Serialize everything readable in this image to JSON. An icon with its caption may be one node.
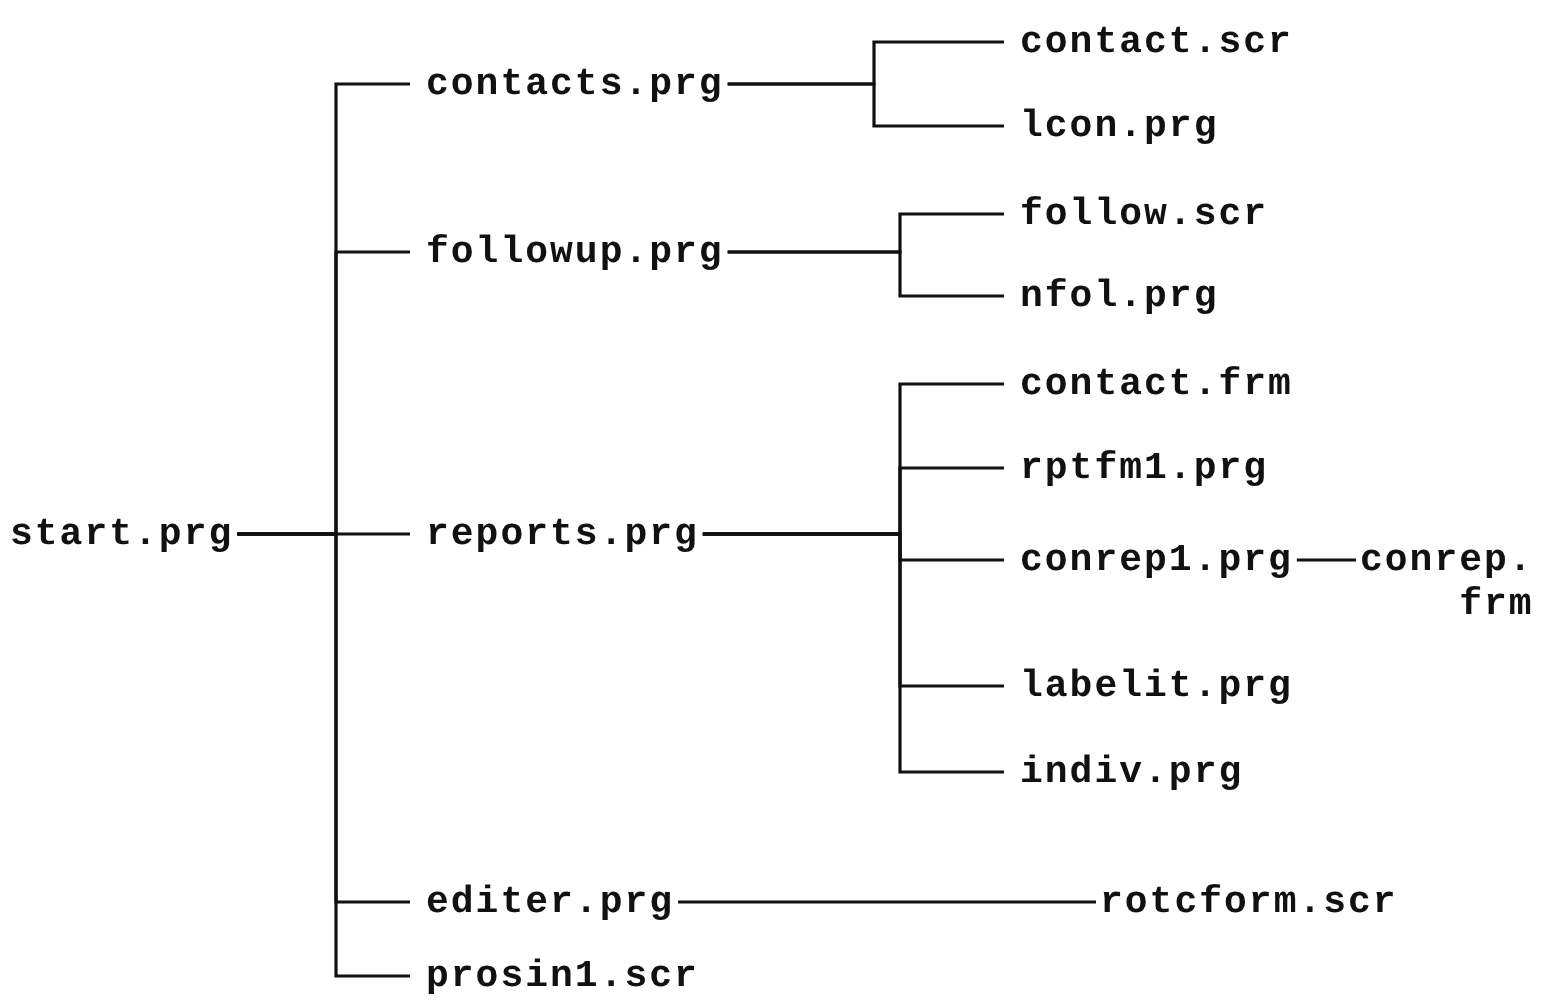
{
  "diagram": {
    "nodes": [
      {
        "text": [
          "start.prg"
        ]
      },
      {
        "text": [
          "contacts.prg"
        ]
      },
      {
        "text": [
          "contact.scr"
        ]
      },
      {
        "text": [
          "lcon.prg"
        ]
      },
      {
        "text": [
          "followup.prg"
        ]
      },
      {
        "text": [
          "follow.scr"
        ]
      },
      {
        "text": [
          "nfol.prg"
        ]
      },
      {
        "text": [
          "reports.prg"
        ]
      },
      {
        "text": [
          "contact.frm"
        ]
      },
      {
        "text": [
          "rptfm1.prg"
        ]
      },
      {
        "text": [
          "conrep1.prg"
        ]
      },
      {
        "text": [
          "conrep. frm"
        ]
      },
      {
        "text": [
          "labelit.prg"
        ]
      },
      {
        "text": [
          "indiv.prg"
        ]
      },
      {
        "text": [
          "editer.prg"
        ]
      },
      {
        "text": [
          "rotcform.scr"
        ]
      },
      {
        "text": [
          "prosin1.scr"
        ]
      }
    ],
    "edges": [
      {
        "from": 0,
        "to": 1,
        "arrow": "none"
      },
      {
        "from": 0,
        "to": 4,
        "arrow": "none"
      },
      {
        "from": 0,
        "to": 7,
        "arrow": "none"
      },
      {
        "from": 0,
        "to": 14,
        "arrow": "none"
      },
      {
        "from": 0,
        "to": 16,
        "arrow": "none"
      },
      {
        "from": 1,
        "to": 2,
        "arrow": "none"
      },
      {
        "from": 1,
        "to": 3,
        "arrow": "none"
      },
      {
        "from": 4,
        "to": 5,
        "arrow": "none"
      },
      {
        "from": 4,
        "to": 6,
        "arrow": "none"
      },
      {
        "from": 7,
        "to": 8,
        "arrow": "none"
      },
      {
        "from": 7,
        "to": 9,
        "arrow": "none"
      },
      {
        "from": 7,
        "to": 10,
        "arrow": "none"
      },
      {
        "from": 7,
        "to": 12,
        "arrow": "none"
      },
      {
        "from": 7,
        "to": 13,
        "arrow": "none"
      },
      {
        "from": 10,
        "to": 11,
        "arrow": "none"
      },
      {
        "from": 14,
        "to": 15,
        "arrow": "none"
      }
    ]
  }
}
